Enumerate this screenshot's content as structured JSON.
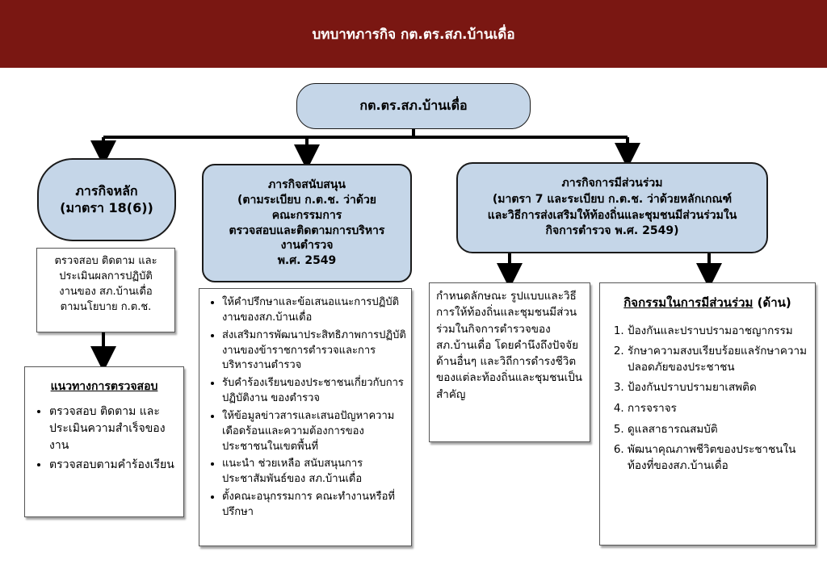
{
  "header": {
    "title": "บทบาทภารกิจ กต.ตร.สภ.บ้านเดื่อ"
  },
  "root": {
    "label": "กต.ตร.สภ.บ้านเดื่อ"
  },
  "main_mission": {
    "lines": [
      "ภารกิจหลัก",
      "(มาตรา 18(6))"
    ],
    "description": [
      "ตรวจสอบ ติดตาม และ",
      "ประเมินผลการปฏิบัติ",
      "งานของ สภ.บ้านเดื่อ",
      "ตามนโยบาย ก.ต.ช."
    ],
    "guidelines": {
      "heading": "แนวทางการตรวจสอบ",
      "items": [
        "ตรวจสอบ ติดตาม และประเมินความสำเร็จของงาน",
        "ตรวจสอบตามคำร้องเรียน"
      ]
    }
  },
  "support_mission": {
    "lines": [
      "ภารกิจสนับสนุน",
      "(ตามระเบียบ ก.ต.ช. ว่าด้วย",
      "คณะกรรมการ",
      "ตรวจสอบและติดตามการบริหาร",
      "งานตำรวจ",
      "พ.ศ. 2549"
    ],
    "items": [
      "ให้คำปรึกษาและข้อเสนอแนะการปฏิบัติงานของสภ.บ้านเดื่อ",
      "ส่งเสริมการพัฒนาประสิทธิภาพการปฏิบัติงานของข้าราชการตำรวจและการบริหารงานตำรวจ",
      "รับคำร้องเรียนของประชาชนเกี่ยวกับการปฏิบัติงาน ของตำรวจ",
      " ให้ข้อมูลข่าวสารและเสนอปัญหาความเดือดร้อนและความต้องการของประชาชนในเขตพื้นที่",
      " แนะนำ ช่วยเหลือ สนับสนุนการประชาสัมพันธ์ของ สภ.บ้านเดื่อ",
      "ตั้งคณะอนุกรรมการ คณะทำงานหรือที่ปรึกษา"
    ]
  },
  "participation_mission": {
    "lines": [
      "ภารกิจการมีส่วนร่วม",
      "(มาตรา 7 และระเบียบ ก.ต.ช. ว่าด้วยหลักเกณฑ์",
      "และวิธีการส่งเสริมให้ท้องถิ่นและชุมชนมีส่วนร่วมใน",
      "กิจการตำรวจ พ.ศ. 2549)"
    ],
    "description": "กำหนดลักษณะ รูปแบบและวิธีการให้ท้องถิ่นและชุมชนมีส่วนร่วมในกิจการตำรวจของสภ.บ้านเดื่อ  โดยคำนึงถึงปัจจัยด้านอื่นๆ และวิถีการดำรงชีวิตของแต่ละท้องถิ่นและชุมชนเป็นสำคัญ",
    "activities": {
      "heading": "กิจกรรมในการมีส่วนร่วม",
      "heading_suffix": " (ด้าน)",
      "items": [
        "ป้องกันและปราบปรามอาชญากรรม",
        "รักษาความสงบเรียบร้อยแลรักษาความปลอดภัยของประชาชน",
        "ป้องกันปราบปรามยาเสพติด",
        "การจราจร",
        "ดูแลสาธารณสมบัติ",
        "พัฒนาคุณภาพชีวิตของประชาชนในท้องที่ของสภ.บ้านเดื่อ"
      ]
    }
  },
  "colors": {
    "header_bg": "#7a1712",
    "node_fill": "#c5d6e8",
    "line": "#000000"
  }
}
